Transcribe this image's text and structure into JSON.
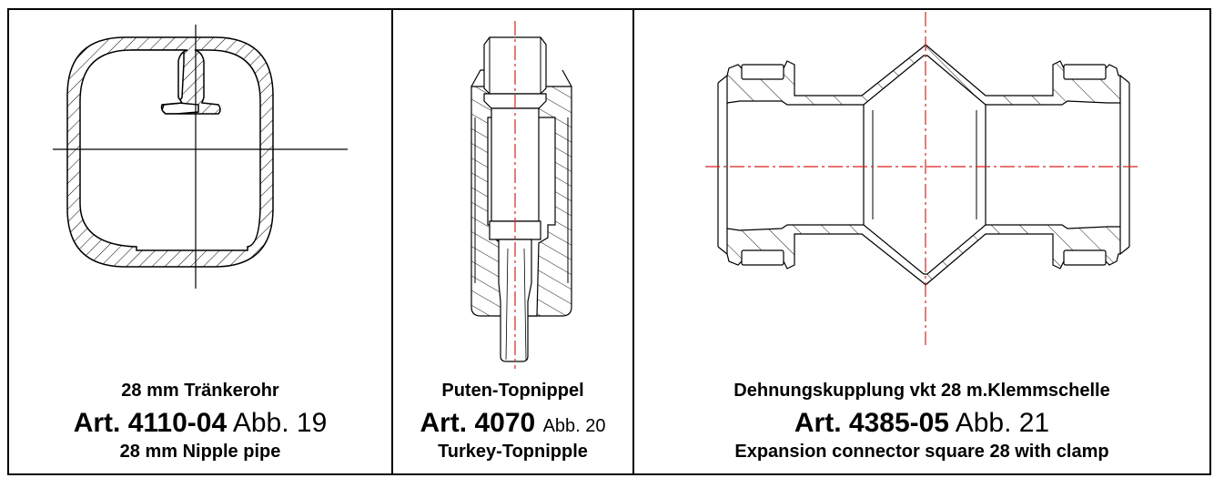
{
  "panels": [
    {
      "line1": "28 mm Tränkerohr",
      "article": "Art. 4110-04",
      "figure": "Abb. 19",
      "line3": "28 mm Nipple pipe"
    },
    {
      "line1": "Puten-Topnippel",
      "article": "Art. 4070",
      "figure": "Abb. 20",
      "line3": "Turkey-Topnipple"
    },
    {
      "line1": "Dehnungskupplung vkt 28 m.Klemmschelle",
      "article": "Art. 4385-05",
      "figure": "Abb. 21",
      "line3": "Expansion connector square 28 with clamp"
    }
  ],
  "colors": {
    "line": "#000000",
    "centerline": "#d9231d",
    "background": "#ffffff"
  }
}
